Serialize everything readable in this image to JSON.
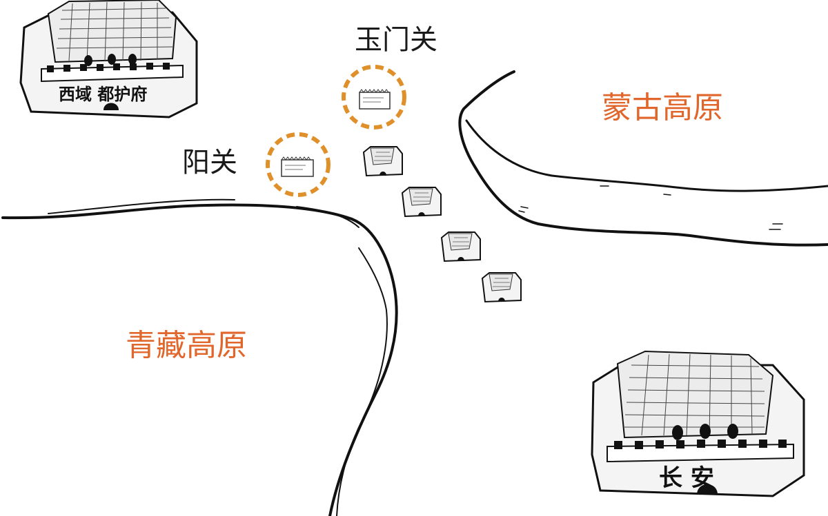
{
  "labels": {
    "yumen_pass": "玉门关",
    "yang_pass": "阳关",
    "mongolian_plateau": "蒙古高原",
    "qinghai_tibet_plateau": "青藏高原"
  },
  "cities": {
    "western_regions_protectorate": "西域 都护府",
    "changan": "长 安"
  },
  "colors": {
    "region_label": "#e0662b",
    "pass_highlight": "#e0902b",
    "ink": "#111111"
  },
  "icons": [
    "fortress-icon",
    "watchtower-icon",
    "pass-gate-icon"
  ]
}
